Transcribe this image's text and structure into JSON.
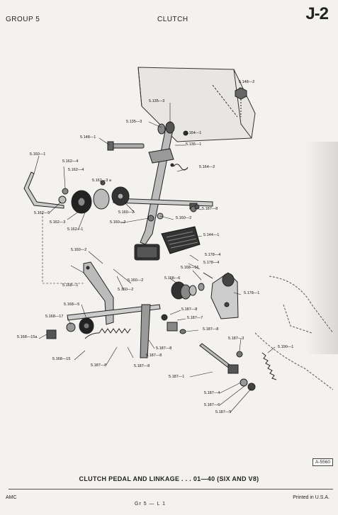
{
  "header": {
    "group": "GROUP 5",
    "section": "CLUTCH",
    "page_id": "J-2"
  },
  "labels": {
    "l5148_2": "5.148—2",
    "l5135_3a": "5.135—3",
    "l5135_3b": "5.135—3",
    "l5164_1": "5.164—1",
    "l5148_1": "5.148—1",
    "l5136_1": "5.136—1",
    "l5160_1": "5.160—1",
    "l5162_4a": "5.162—4",
    "l5162_4b": "5.162—4",
    "l5164_2": "5.164—2",
    "l5162_3a": "5.162—3 a",
    "l5162_5": "5.162—5",
    "l5160_2a": "5.160—2",
    "l5187_8a": "5.187—8",
    "l5162_3": "5.162—3",
    "l5160_2b": "5.160—2",
    "l5160_2c": "5.160—2",
    "l5162_1": "5.162—1",
    "l5144_1": "5.144—1",
    "l5160_2d": "5.160—2",
    "l5178_4a": "5.178—4",
    "l5178_4b": "5.178—4",
    "l5168_16": "5.168—16",
    "l5168_1": "5.168—1",
    "l5160_2e": "5.160—2",
    "l5160_2f": "5.160—2",
    "l5168_6": "5.168—6",
    "l5178_1": "5.178—1",
    "l5168_5": "5.168—5",
    "l5187_8b": "5.187—8",
    "l5168_17": "5.168—17",
    "l5187_7": "5.187—7",
    "l5187_8c": "5.187—8",
    "l5168_15a": "5.168—15a",
    "l5187_3": "5.187—3",
    "l5168_15": "5.168—15",
    "l5187_8d": "5.187—8",
    "l5187_8e": "5.187—8",
    "l5190_1": "5.190—1",
    "l5187_8f": "5.187—8",
    "l5187_8g": "5.187—8",
    "l5187_1": "5.187—1",
    "l5187_4": "5.187—4",
    "l5187_6": "5.187—6",
    "l5187_5": "5.187—5"
  },
  "reference": "A-5560",
  "caption": "CLUTCH PEDAL AND LINKAGE . . . 01—40 (SIX AND V8)",
  "footer": {
    "left": "AMC",
    "center": "Gr 5 — L 1",
    "right": "Printed in U.S.A."
  }
}
